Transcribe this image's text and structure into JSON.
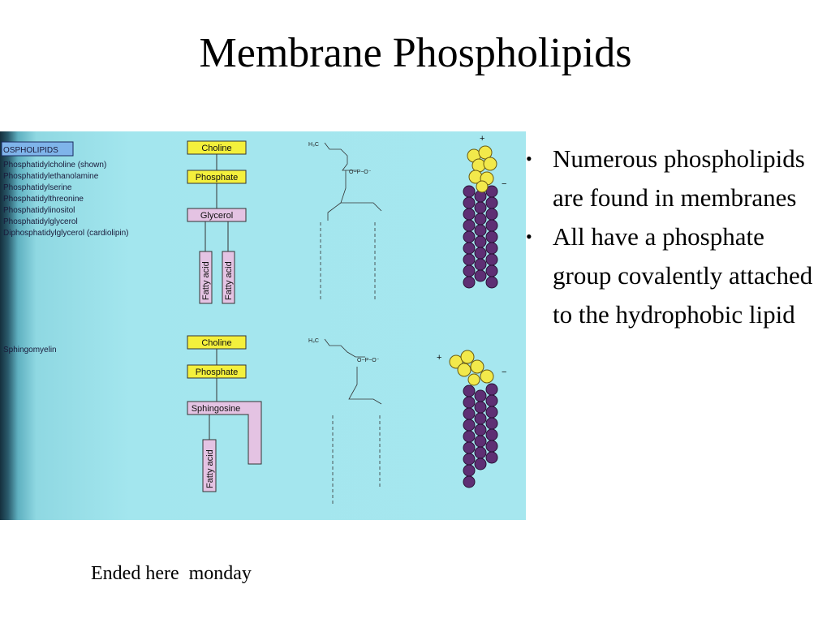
{
  "slide": {
    "title": "Membrane Phospholipids",
    "bullets": [
      "Numerous phospholipids are found in membranes",
      "All have a phosphate group covalently attached to the hydrophobic lipid"
    ],
    "footer_note": "Ended here  monday"
  },
  "figure": {
    "header": "OSPHOLIPIDS",
    "phospholipid_list": [
      "Phosphatidylcholine (shown)",
      "Phosphatidylethanolamine",
      "Phosphatidylserine",
      "Phosphatidylthreonine",
      "Phosphatidylinositol",
      "Phosphatidylglycerol",
      "Diphosphatidylglycerol (cardiolipin)"
    ],
    "sphingo_label": "Sphingomyelin",
    "top_schematic": {
      "choline": "Choline",
      "phosphate": "Phosphate",
      "backbone": "Glycerol",
      "fatty_acid": "Fatty acid"
    },
    "bottom_schematic": {
      "choline": "Choline",
      "phosphate": "Phosphate",
      "backbone": "Sphingosine",
      "fatty_acid": "Fatty acid"
    },
    "charges": {
      "plus": "+",
      "minus": "−"
    },
    "colors": {
      "background": "#a6e7ef",
      "box_yellow": "#f4f03c",
      "box_pink": "#e4c3e3",
      "head_yellow": "#f2e94b",
      "tail_purple": "#6a3b7e"
    }
  }
}
